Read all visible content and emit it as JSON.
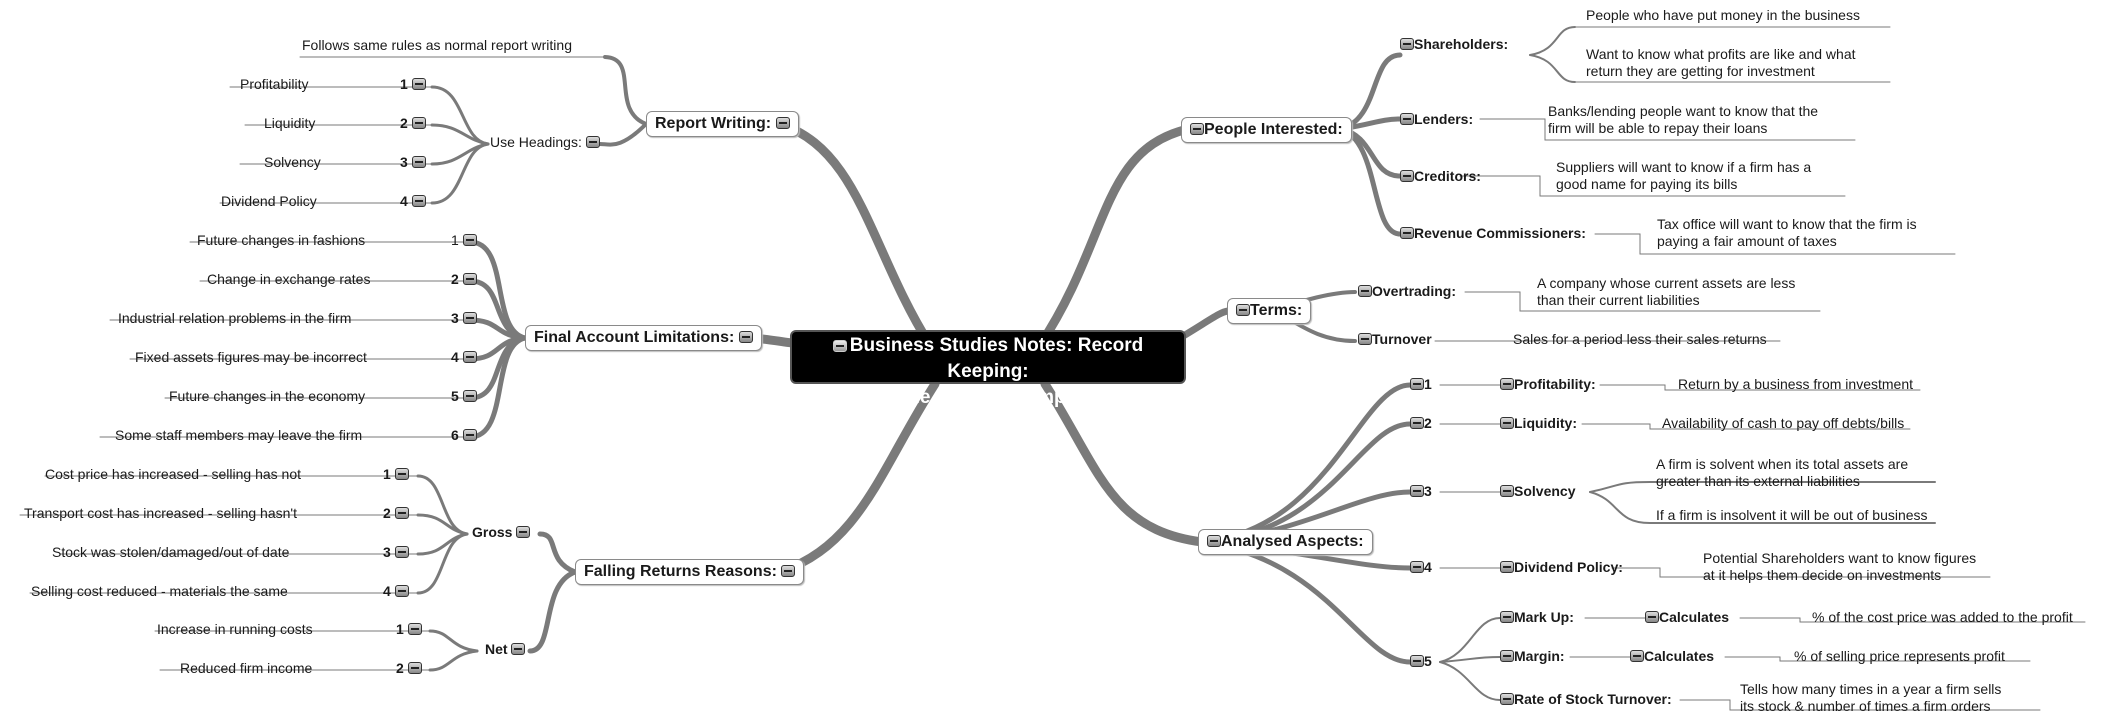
{
  "central": {
    "line1": "Business Studies Notes: Record Keeping:",
    "line2": "Assessing the Business: Important Facts"
  },
  "report_writing": {
    "label": "Report Writing:",
    "rule": "Follows same rules as normal report writing",
    "headings_label": "Use Headings:",
    "headings": [
      {
        "num": "1",
        "text": "Profitability"
      },
      {
        "num": "2",
        "text": "Liquidity"
      },
      {
        "num": "3",
        "text": "Solvency"
      },
      {
        "num": "4",
        "text": "Dividend Policy"
      }
    ]
  },
  "final_account": {
    "label": "Final Account Limitations:",
    "items": [
      {
        "num": "1",
        "text": "Future changes in fashions"
      },
      {
        "num": "2",
        "text": "Change in exchange rates"
      },
      {
        "num": "3",
        "text": "Industrial relation problems in the firm"
      },
      {
        "num": "4",
        "text": "Fixed assets figures may be incorrect"
      },
      {
        "num": "5",
        "text": "Future changes in the economy"
      },
      {
        "num": "6",
        "text": "Some staff members may leave the firm"
      }
    ]
  },
  "falling_returns": {
    "label": "Falling Returns Reasons:",
    "gross_label": "Gross",
    "gross": [
      {
        "num": "1",
        "text": "Cost price has increased - selling has not"
      },
      {
        "num": "2",
        "text": "Transport cost has increased - selling hasn't"
      },
      {
        "num": "3",
        "text": "Stock was stolen/damaged/out of date"
      },
      {
        "num": "4",
        "text": "Selling cost reduced - materials the same"
      }
    ],
    "net_label": "Net",
    "net": [
      {
        "num": "1",
        "text": "Increase in running costs"
      },
      {
        "num": "2",
        "text": "Reduced firm income"
      }
    ]
  },
  "people": {
    "label": "People Interested:",
    "shareholders": {
      "label": "Shareholders:",
      "n1": "People who have put money in the business",
      "n2a": "Want to know what profits are like and what",
      "n2b": "return they are getting for investment"
    },
    "lenders": {
      "label": "Lenders:",
      "a": "Banks/lending people want to know that the",
      "b": "firm will be able to repay their loans"
    },
    "creditors": {
      "label": "Creditors:",
      "a": "Suppliers will want to know if a firm has a",
      "b": "good name for paying its bills"
    },
    "revenue": {
      "label": "Revenue Commissioners:",
      "a": "Tax office will want to know that the firm is",
      "b": "paying a fair amount of taxes"
    }
  },
  "terms": {
    "label": "Terms:",
    "overtrading": {
      "label": "Overtrading:",
      "a": "A company whose current assets are less",
      "b": "than their current liabilities"
    },
    "turnover": {
      "label": "Turnover",
      "text": "Sales for a period less their sales returns"
    }
  },
  "analysed": {
    "label": "Analysed Aspects:",
    "a1": {
      "num": "1",
      "label": "Profitability:",
      "text": "Return by a business from investment"
    },
    "a2": {
      "num": "2",
      "label": "Liquidity:",
      "text": "Availability of cash to pay off debts/bills"
    },
    "a3": {
      "num": "3",
      "label": "Solvency",
      "t1a": "A firm is solvent when its total assets are",
      "t1b": "greater than its external liabilities",
      "t2": "If a firm is insolvent it will be out of business"
    },
    "a4": {
      "num": "4",
      "label": "Dividend Policy:",
      "a": "Potential Shareholders want to know figures",
      "b": "at it helps them decide on investments"
    },
    "a5": {
      "num": "5",
      "markup": {
        "label": "Mark Up:",
        "sub": "Calculates",
        "text": "% of the cost price was added to the profit"
      },
      "margin": {
        "label": "Margin:",
        "sub": "Calculates",
        "text": "% of selling price represents profit"
      },
      "stock": {
        "label": "Rate of Stock Turnover:",
        "a": "Tells how many times in a year a firm sells",
        "b": "its stock & number of times a firm orders"
      }
    }
  }
}
